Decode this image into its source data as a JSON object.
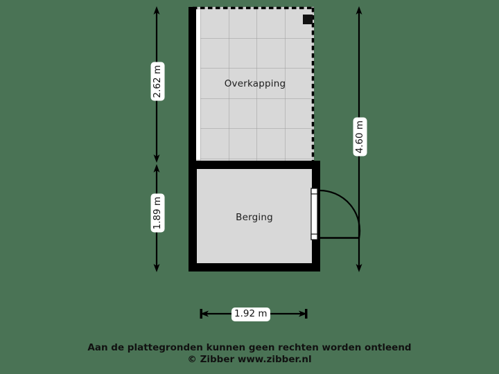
{
  "plan": {
    "background_color": "#4a7355",
    "wall_color": "#000000",
    "room_fill_color": "#d8d8d8",
    "grid_line_color": "#9a9a9a",
    "rooms": [
      {
        "name": "overkapping",
        "label": "Overkapping"
      },
      {
        "name": "berging",
        "label": "Berging"
      }
    ],
    "dimensions": {
      "left_top": "2.62 m",
      "left_bottom": "1.89 m",
      "right_total": "4.60 m",
      "bottom_width": "1.92 m"
    }
  },
  "footer": {
    "line1": "Aan de plattegronden kunnen geen rechten worden ontleend",
    "line2": "© Zibber www.zibber.nl"
  }
}
